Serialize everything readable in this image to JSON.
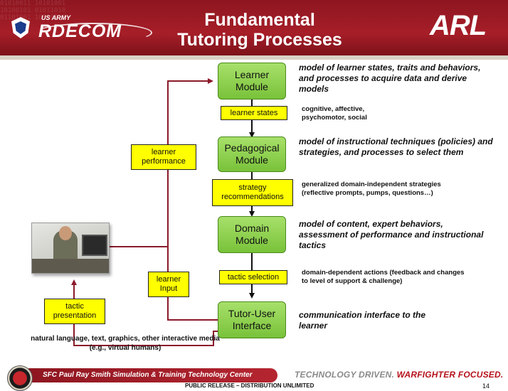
{
  "header": {
    "title_line1": "Fundamental",
    "title_line2": "Tutoring Processes",
    "logo_left_small": "US ARMY",
    "logo_left": "RDECOM",
    "logo_right": "ARL"
  },
  "modules": {
    "learner": "Learner Module",
    "pedagogical": "Pedagogical Module",
    "domain": "Domain Module",
    "tutor": "Tutor-User Interface"
  },
  "labels": {
    "learner_states": "learner states",
    "strategy": "strategy recommendations",
    "tactic_selection": "tactic selection",
    "learner_performance": "learner performance",
    "learner_input": "learner Input",
    "tactic_presentation": "tactic presentation"
  },
  "descriptions": {
    "learner": "model of learner states, traits and behaviors, and processes to acquire data and derive models",
    "learner_states": "cognitive, affective, psychomotor, social",
    "pedagogical": "model of instructional techniques (policies) and strategies, and processes to select them",
    "strategy": "generalized domain-independent strategies (reflective prompts, pumps, questions…)",
    "domain": "model of content, expert behaviors, assessment of performance and instructional tactics",
    "tactic_selection": "domain-dependent actions (feedback and changes to level of support & challenge)",
    "tutor": "communication interface to the learner"
  },
  "bottom_note": "natural language, text, graphics, other interactive media (e.g., virtual humans)",
  "footer": {
    "center": "SFC Paul Ray Smith Simulation & Training Technology Center",
    "slogan_a": "TECHNOLOGY DRIVEN.",
    "slogan_b": "WARFIGHTER FOCUSED.",
    "release": "PUBLIC RELEASE – DISTRIBUTION UNLIMITED",
    "page": "14"
  },
  "colors": {
    "header_red": "#a61e28",
    "module_green": "#8bd14a",
    "label_yellow": "#ffff00",
    "arrow_dark_red": "#8b1a2a",
    "arrow_black": "#111111"
  }
}
